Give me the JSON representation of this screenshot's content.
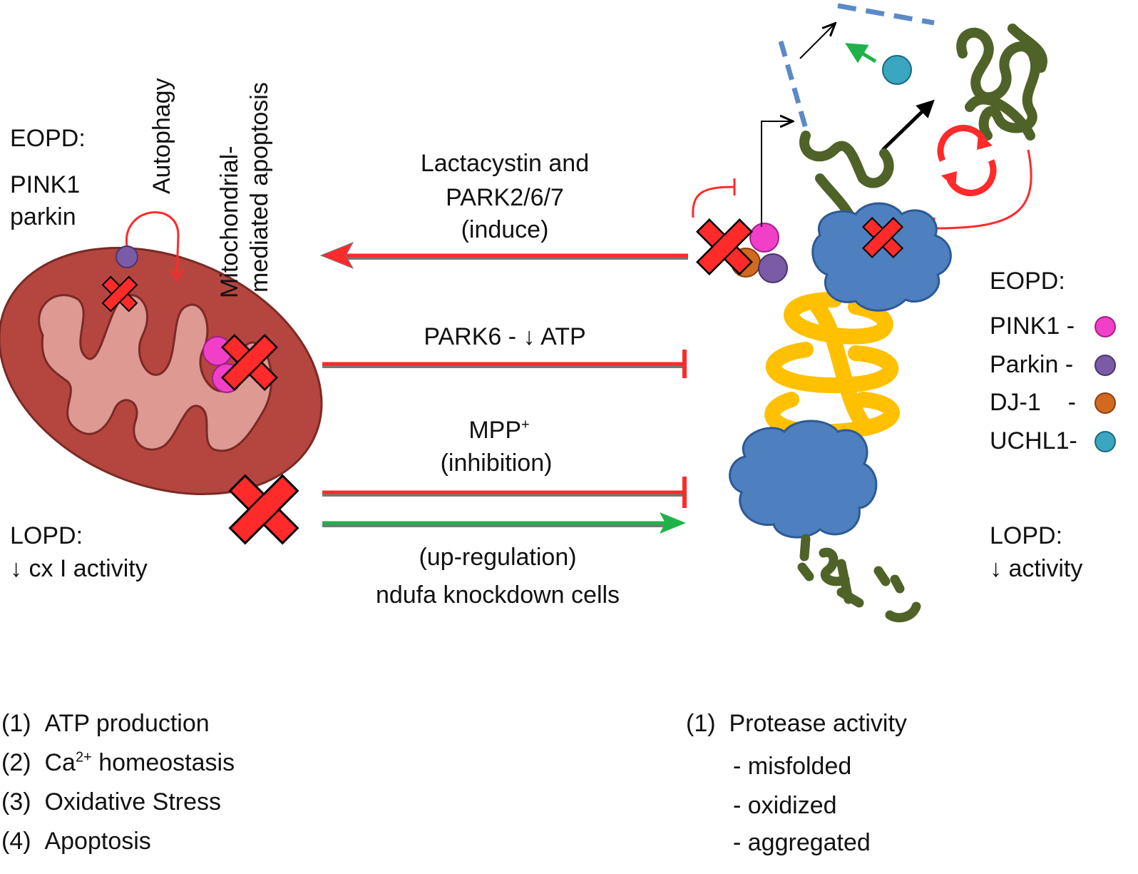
{
  "left": {
    "eopd_title": "EOPD:",
    "eopd_line1": "PINK1",
    "eopd_line2": "parkin",
    "autophagy": "Autophagy",
    "mito_apoptosis_line1": "Mitochondrial-",
    "mito_apoptosis_line2": "mediated apoptosis",
    "lopd_title": "LOPD:",
    "lopd_line": "↓ cx I activity"
  },
  "center": {
    "arrow1_line1": "Lactacystin and",
    "arrow1_line2": "PARK2/6/7",
    "arrow1_line3": "(induce)",
    "arrow2_label": "PARK6 - ↓ ATP",
    "arrow3_line1": "MPP",
    "arrow3_sup": "+",
    "arrow3_line2": "(inhibition)",
    "arrow4_line1": "(up-regulation)",
    "arrow4_line2": "ndufa knockdown cells"
  },
  "right": {
    "eopd_title": "EOPD:",
    "legend": [
      {
        "label": "PINK1 -",
        "color": "#f23fc8"
      },
      {
        "label": "Parkin -",
        "color": "#7b5aa6"
      },
      {
        "label": "DJ-1    -",
        "color": "#d2691e"
      },
      {
        "label": "UCHL1-",
        "color": "#3aa6c0"
      }
    ],
    "lopd_title": "LOPD:",
    "lopd_line": "↓ activity"
  },
  "functions_left": [
    {
      "num": "(1)",
      "text": "ATP production"
    },
    {
      "num": "(2)",
      "text_pre": "Ca",
      "sup": "2+",
      "text": " homeostasis"
    },
    {
      "num": "(3)",
      "text": "Oxidative Stress"
    },
    {
      "num": "(4)",
      "text": "Apoptosis"
    }
  ],
  "functions_right": {
    "num": "(1)",
    "title": "Protease activity",
    "items": [
      "- misfolded",
      "- oxidized",
      "- aggregated"
    ]
  },
  "colors": {
    "red": "#ff2a2a",
    "green": "#1fb24a",
    "mito_outer": "#b5463f",
    "mito_inner": "#d98f87",
    "proteasome": "#4e7fbf",
    "helix": "#ffc000",
    "protein": "#4f6228"
  }
}
